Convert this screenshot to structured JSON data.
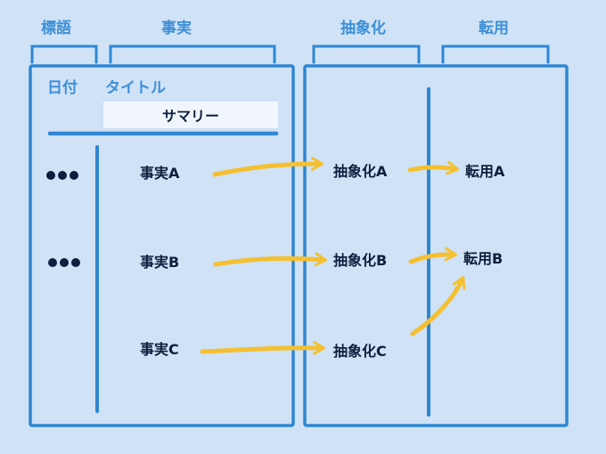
{
  "header": {
    "label_heading": "標語",
    "fact_heading": "事実",
    "abstraction_heading": "抽象化",
    "application_heading": "転用"
  },
  "panel_left": {
    "date_label": "日付",
    "title_label": "タイトル",
    "summary_label": "サマリー"
  },
  "facts": [
    "事実A",
    "事実B",
    "事実C"
  ],
  "abstractions": [
    "抽象化A",
    "抽象化B",
    "抽象化C"
  ],
  "applications": [
    "転用A",
    "転用B"
  ],
  "colors": {
    "background": "#cfe2f6",
    "line_blue": "#2f86d2",
    "heading_blue": "#3d8fd6",
    "arrow_yellow": "#f5c030",
    "text_dark": "#0d1f3d",
    "summary_fill": "#f0f6fc"
  }
}
